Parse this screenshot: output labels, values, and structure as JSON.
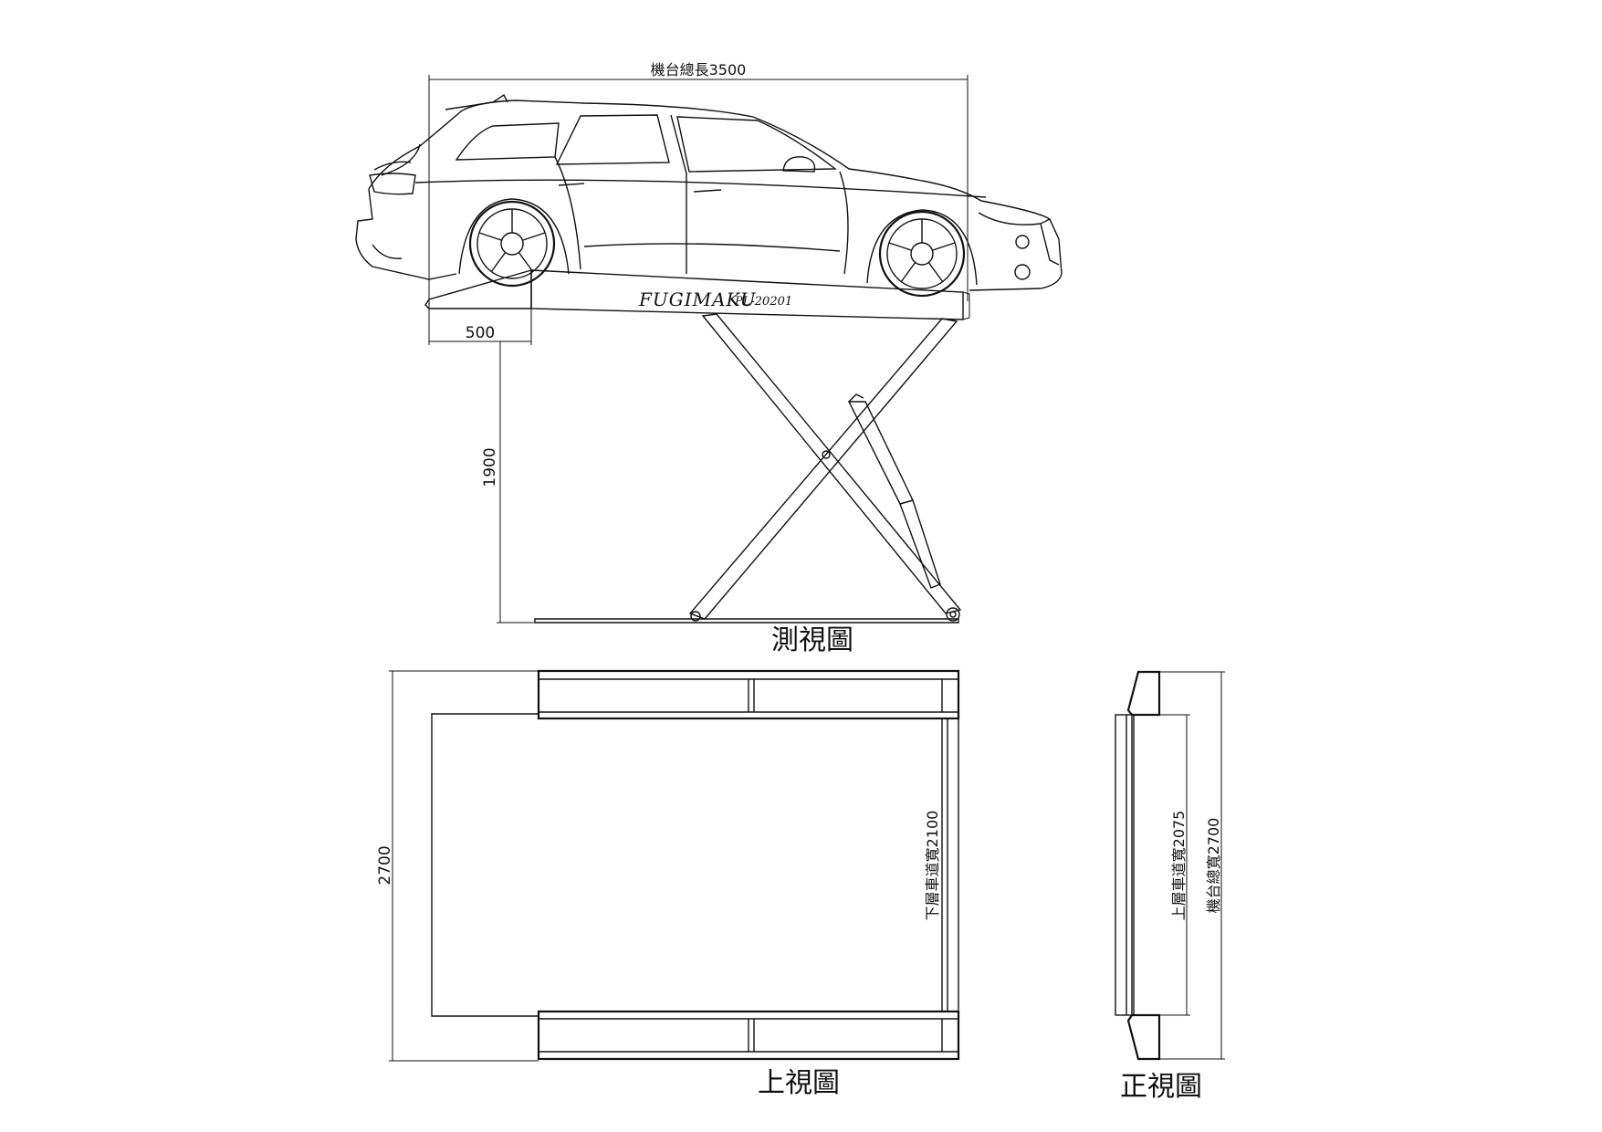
{
  "views": {
    "iso_title": "測視圖",
    "top_title": "上視圖",
    "front_title": "正視圖"
  },
  "dimensions": {
    "overall_length": "機台總長3500",
    "ramp_length": "500",
    "lift_height": "1900",
    "top_width": "2700",
    "lower_lane_width": "下層車道寬2100",
    "upper_lane_width": "上層車道寬2075",
    "overall_width": "機台總寬2700"
  },
  "platform_label": {
    "brand": "FUGIMAKU",
    "model": "PL-20201"
  }
}
